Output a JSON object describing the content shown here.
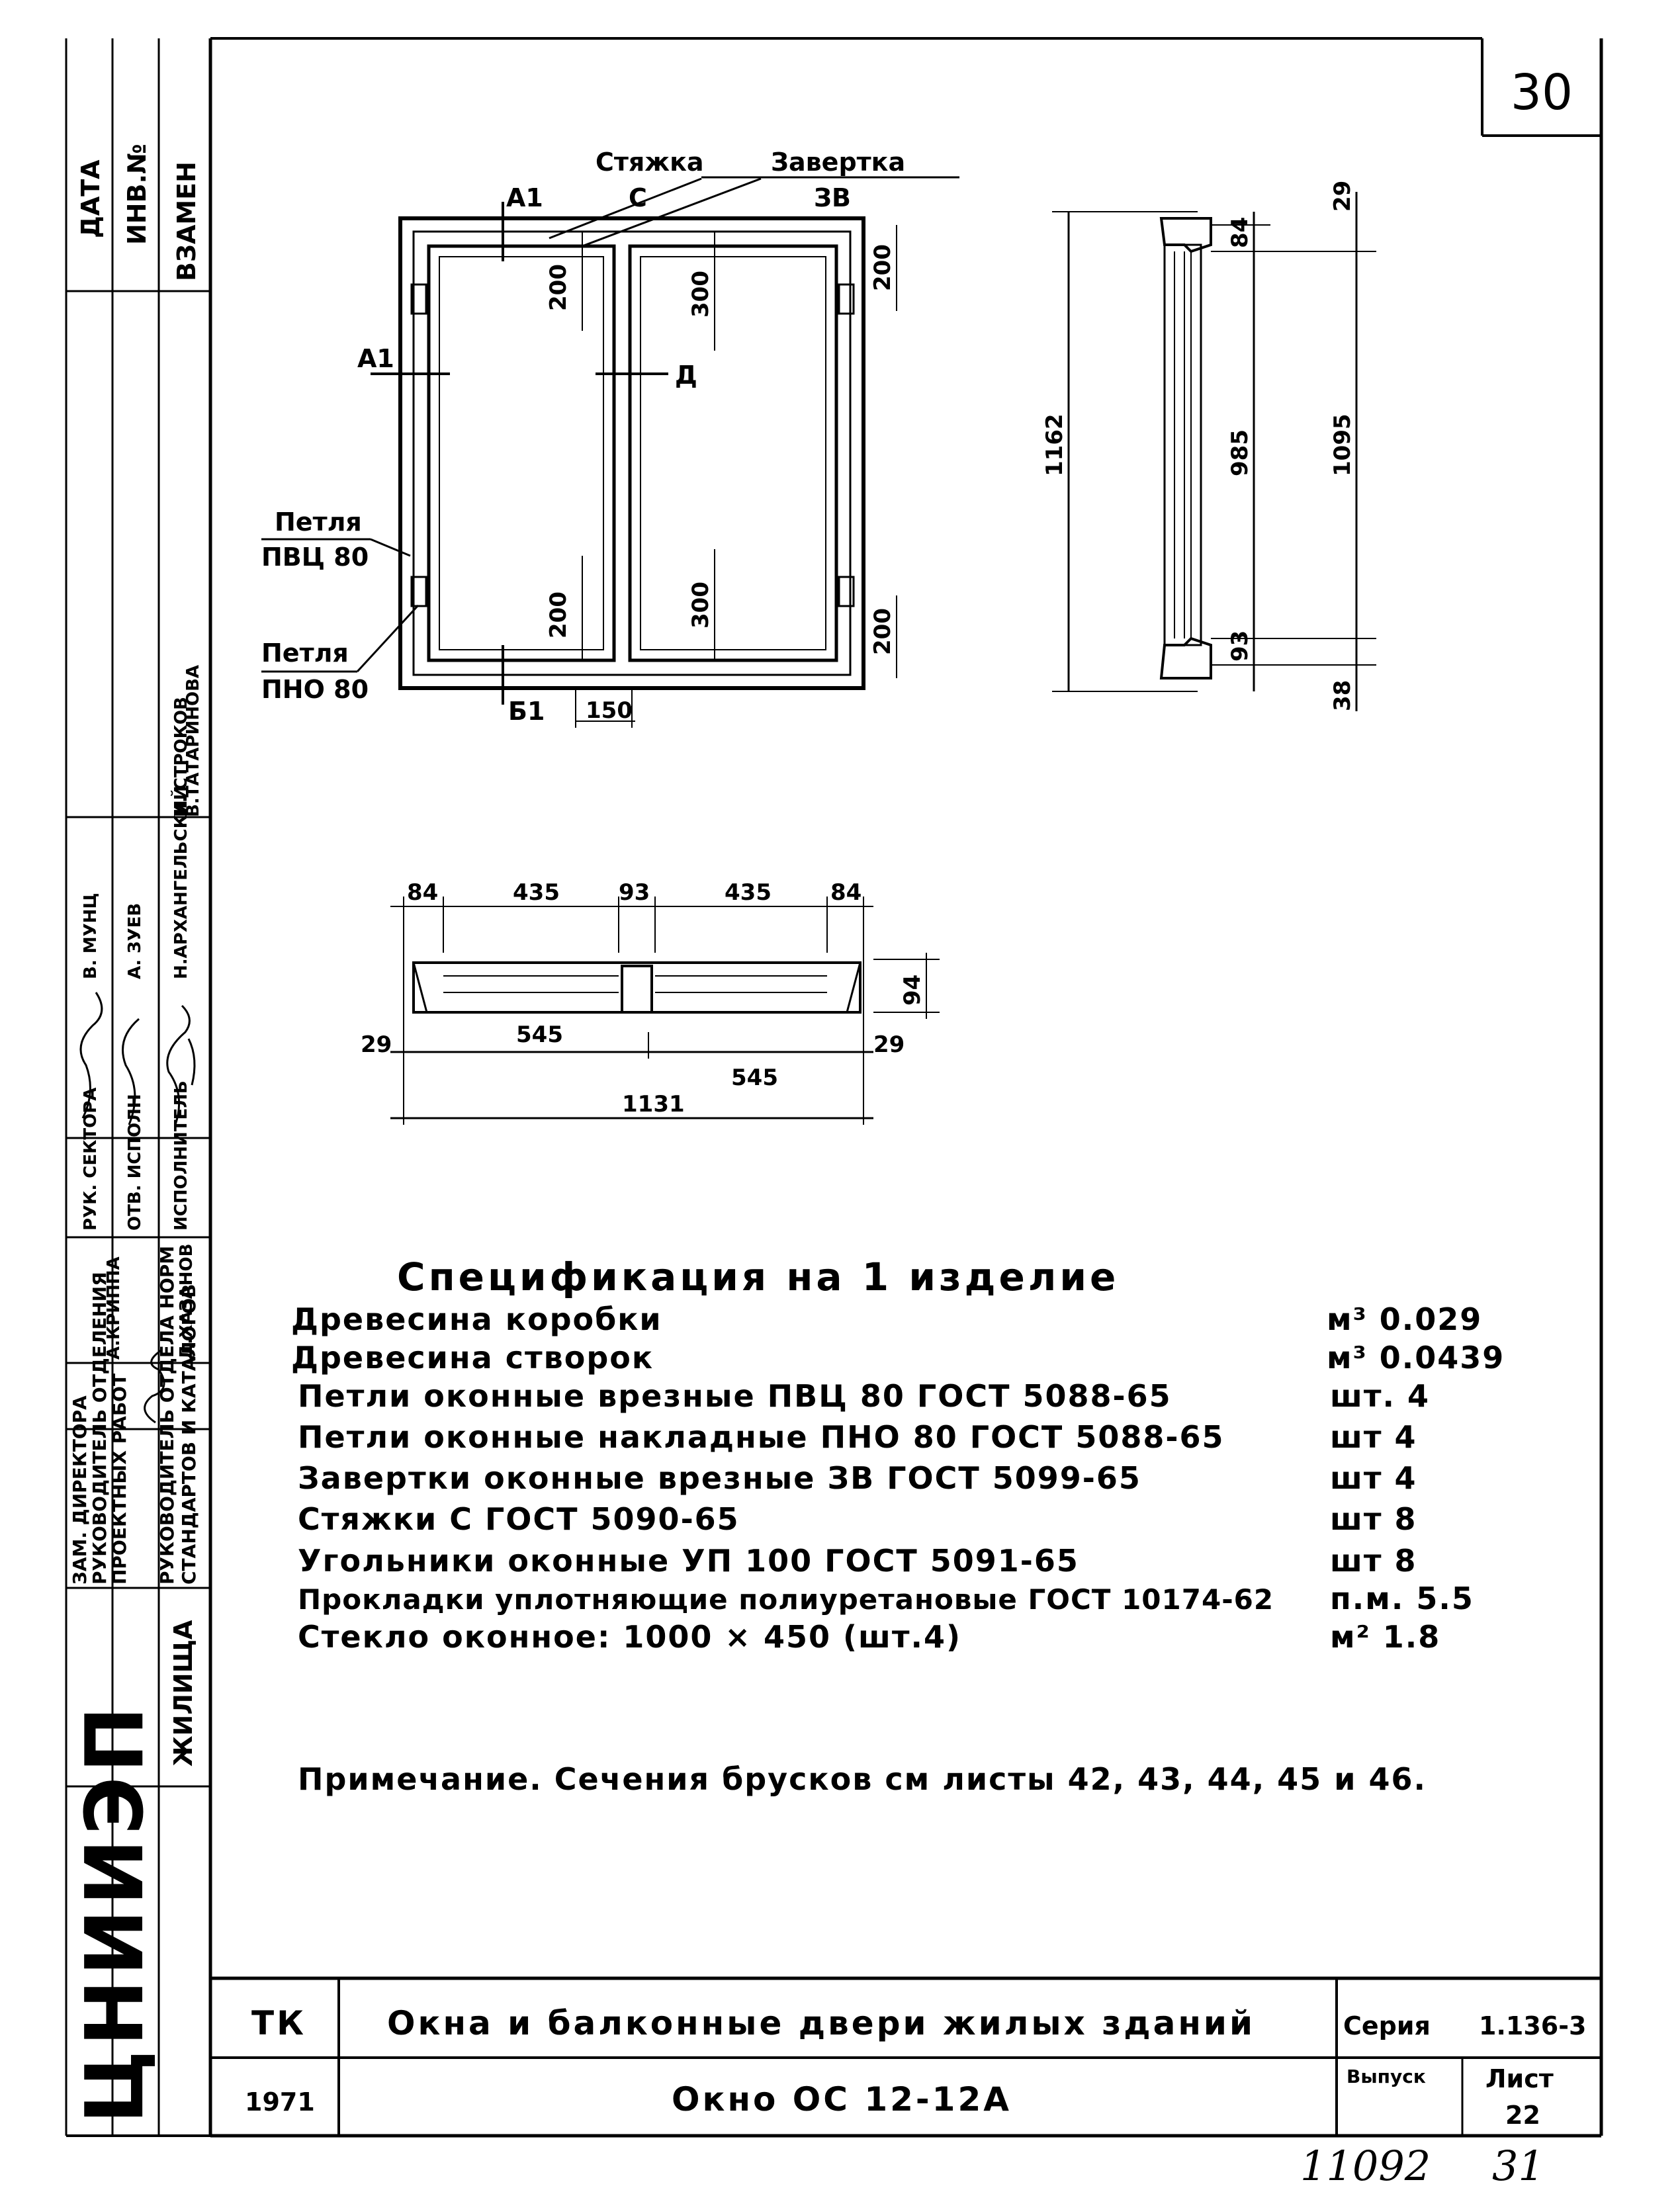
{
  "sheet_number": "30",
  "margin_stamp": {
    "top": [
      "ДАТА",
      "ИНВ.№",
      "ВЗАМЕН"
    ],
    "roles": [
      "РУК. СЕКТОРА",
      "ОТВ. ИСПОЛН",
      "ИСПОЛНИТЕЛЬ"
    ],
    "names_a": [
      "В. МУНЦ",
      "А. ЗУЕВ",
      "Н.АРХАНГЕЛЬСКИЙ"
    ],
    "names_b": [
      "И. СТРОКОВ",
      "В.ТАТАРИНОВА"
    ],
    "approvers": [
      "А.КРИППА",
      "Д.ХАЗАНОВ"
    ],
    "heads": [
      "ЗАМ. ДИРЕКТОРА",
      "РУКОВОДИТЕЛЬ ОТДЕЛЕНИЯ",
      "ПРОЕКТНЫХ РАБОТ",
      "РУКОВОДИТЕЛЬ ОТДЕЛА НОРМ",
      "СТАНДАРТОВ И КАТАЛОГОВ"
    ],
    "org": "ЦНИИЭП",
    "org_sub": "ЖИЛИЩА"
  },
  "elevation": {
    "labels": {
      "styazhka": "Стяжка",
      "styazhka_code": "С",
      "zavertka": "Завертка",
      "zavertka_code": "ЗВ",
      "a1_top": "А1",
      "a1_left": "А1",
      "d": "Д",
      "b1": "Б1",
      "petlya1": "Петля",
      "petlya1_code": "ПВЦ 80",
      "petlya2": "Петля",
      "petlya2_code": "ПНО 80"
    },
    "dims": [
      "200",
      "300",
      "200",
      "300",
      "200",
      "200",
      "150"
    ]
  },
  "side_section": {
    "dims": [
      "29",
      "84",
      "1162",
      "985",
      "1095",
      "93",
      "38"
    ]
  },
  "plan_section": {
    "top_dims": [
      "84",
      "435",
      "93",
      "435",
      "84"
    ],
    "bottom_dims": [
      "29",
      "545",
      "545",
      "29"
    ],
    "overall": "1131",
    "height": "94"
  },
  "specification": {
    "title": "Спецификация на 1 изделие",
    "rows": [
      {
        "item": "Древесина коробки",
        "qty": "м³ 0.029"
      },
      {
        "item": "Древесина створок",
        "qty": "м³ 0.0439"
      },
      {
        "item": "Петли оконные врезные ПВЦ 80 ГОСТ 5088-65",
        "qty": "шт. 4"
      },
      {
        "item": "Петли оконные накладные ПНО 80 ГОСТ 5088-65",
        "qty": "шт 4"
      },
      {
        "item": "Завертки оконные врезные ЗВ ГОСТ 5099-65",
        "qty": "шт 4"
      },
      {
        "item": "Стяжки С ГОСТ 5090-65",
        "qty": "шт 8"
      },
      {
        "item": "Угольники оконные УП 100 ГОСТ 5091-65",
        "qty": "шт 8"
      },
      {
        "item": "Прокладки уплотняющие полиуретановые ГОСТ 10174-62",
        "qty": "п.м. 5.5"
      },
      {
        "item": "Стекло оконное:   1000 × 450 (шт.4)",
        "qty": "м² 1.8"
      }
    ],
    "note": "Примечание.  Сечения брусков см листы 42, 43, 44, 45 и 46."
  },
  "title_block": {
    "tk": "ТК",
    "year": "1971",
    "title": "Окна и балконные двери жилых зданий",
    "subtitle": "Окно  ОС 12-12А",
    "series_label": "Серия",
    "series_value": "1.136-3",
    "issue_label": "Выпуск",
    "sheet_label": "Лист",
    "sheet_value": "22"
  },
  "handwritten": {
    "archive": "11092",
    "page": "31"
  }
}
